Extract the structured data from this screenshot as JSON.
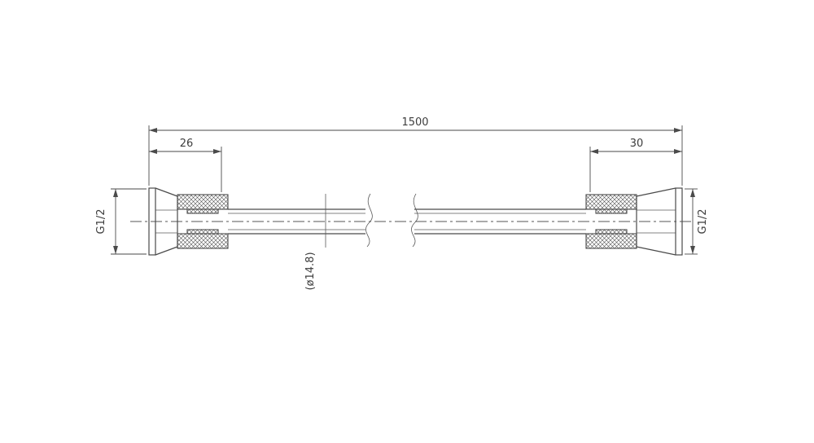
{
  "drawing": {
    "type": "technical-drawing",
    "subject": "shower-hose-with-conical-fittings",
    "labels": {
      "total_length": "1500",
      "left_fitting_width": "26",
      "right_fitting_width": "30",
      "left_thread": "G1/2",
      "right_thread": "G1/2",
      "hose_diameter": "(ø14.8)"
    },
    "colors": {
      "line": "#4a4a4a",
      "text": "#3d3d3d",
      "background": "#ffffff"
    }
  }
}
